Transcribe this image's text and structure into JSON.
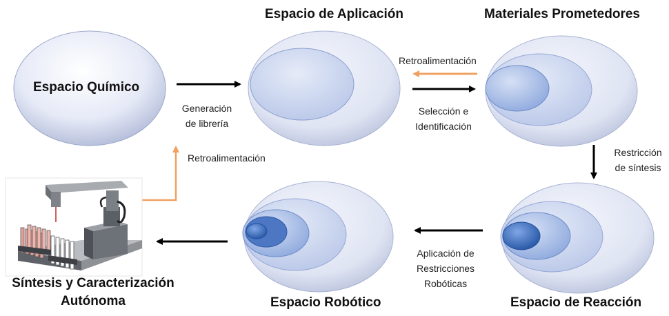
{
  "titles": {
    "application": "Espacio de Aplicación",
    "promising": "Materiales Prometedores",
    "reaction": "Espacio de Reacción",
    "robotic": "Espacio Robótico",
    "synthesis_line1": "Síntesis y Caracterización",
    "synthesis_line2": "Autónoma"
  },
  "chemical_space_label": "Espacio Químico",
  "labels": {
    "library_gen_1": "Generación",
    "library_gen_2": "de librería",
    "feedback_top": "Retroalimentación",
    "selection_1": "Selección e",
    "selection_2": "Identificación",
    "restriction_1": "Restricción",
    "restriction_2": "de síntesis",
    "feedback_left": "Retroalimentación",
    "robotic_1": "Aplicación de",
    "robotic_2": "Restricciones",
    "robotic_3": "Robóticas"
  },
  "colors": {
    "arrow": "#000000",
    "feedback_arrow": "#f0a060",
    "ellipse_outer": "#dfe4f3",
    "ellipse_mid": "#b9c7e8",
    "ellipse_inner": "#5b84c8",
    "ellipse_core": "#2a5db0"
  }
}
